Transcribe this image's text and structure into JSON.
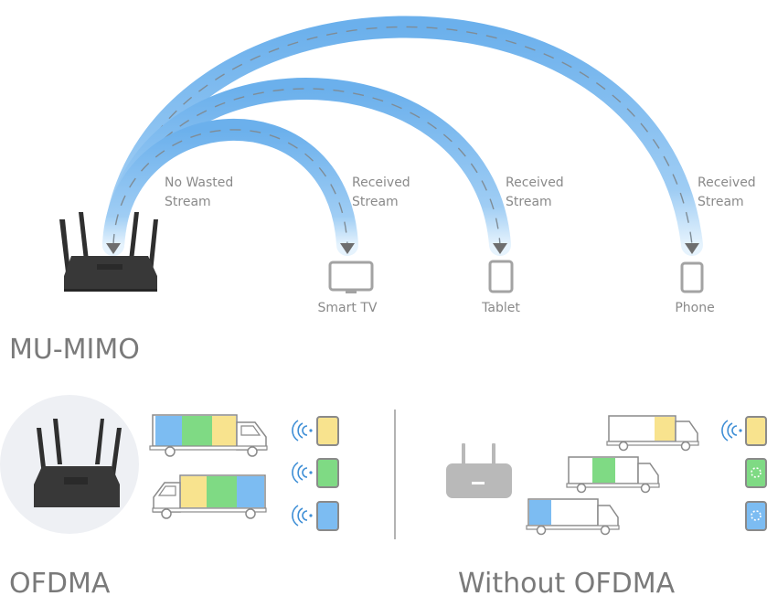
{
  "mu_mimo": {
    "title": "MU-MIMO",
    "no_wasted": [
      "No Wasted",
      "Stream"
    ],
    "received": [
      "Received",
      "Stream"
    ],
    "devices": {
      "tv": "Smart TV",
      "tablet": "Tablet",
      "phone": "Phone"
    }
  },
  "ofdma": {
    "title": "OFDMA",
    "without_title": "Without OFDMA"
  },
  "colors": {
    "stream_blue": "#6db3ec",
    "router_dark": "#3a3a3a",
    "router_grey": "#b9b9b9",
    "load_blue": "#7cbcf2",
    "load_green": "#7fda84",
    "load_yellow": "#f8e38e",
    "device_grey": "#a3a3a3",
    "wifi_blue": "#3f8fd6"
  }
}
